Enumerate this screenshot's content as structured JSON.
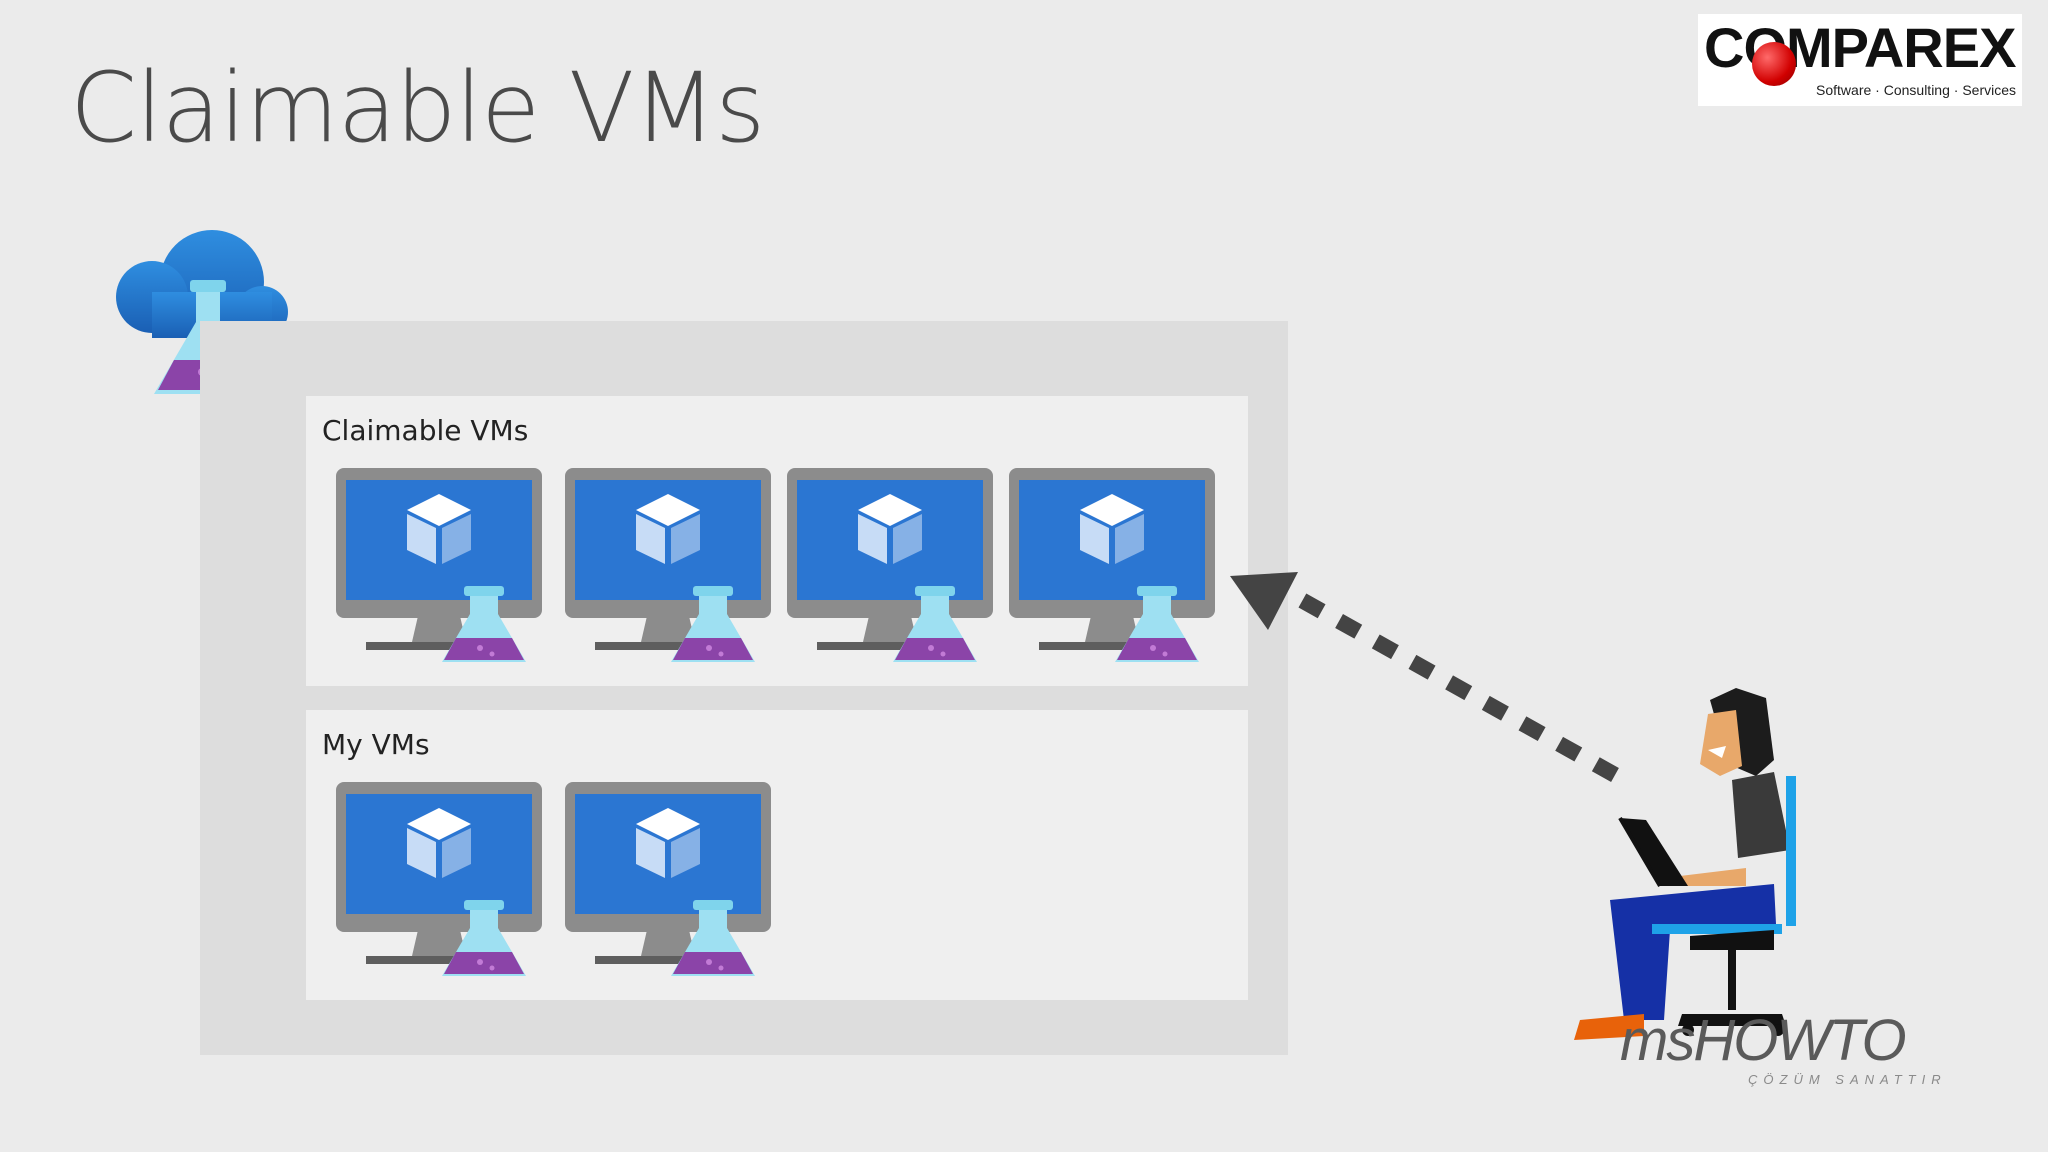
{
  "slide": {
    "title": "Claimable VMs"
  },
  "logo": {
    "name": "COMPAREX",
    "tagline": "Software · Consulting · Services"
  },
  "lab": {
    "panels": [
      {
        "label": "Claimable VMs",
        "vm_count": 4
      },
      {
        "label": "My VMs",
        "vm_count": 2
      }
    ]
  },
  "watermark": {
    "brand": "msHOWTO",
    "tagline": "ÇÖZÜM SANATTIR"
  },
  "colors": {
    "background": "#ebebeb",
    "lab_box": "#dddddd",
    "panel": "#efefef",
    "monitor_frame": "#8c8c8c",
    "screen_blue": "#2b76d2",
    "flask_liquid": "#7b3fa0",
    "arrow": "#444444"
  },
  "icons": [
    "azure-devtest-labs-icon",
    "virtual-machine-icon",
    "flask-icon",
    "dashed-arrow-icon",
    "person-at-laptop-icon"
  ]
}
